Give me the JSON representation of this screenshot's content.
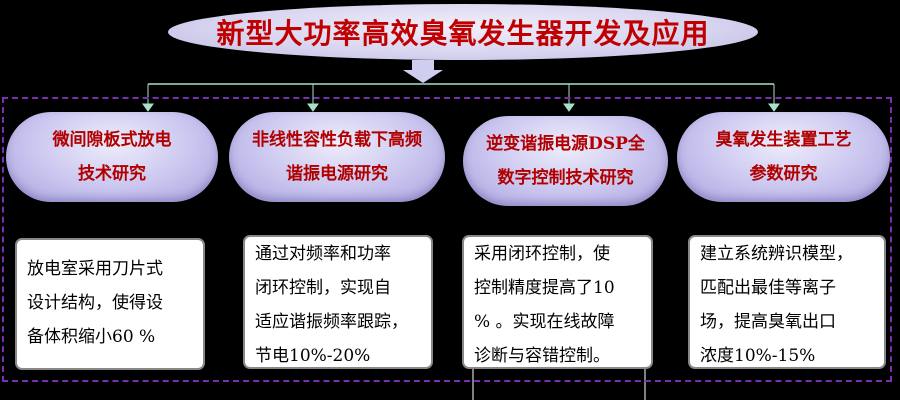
{
  "title": "新型大功率高效臭氧发生器开发及应用",
  "branches": [
    {
      "heading": [
        "微间隙板式放电",
        "技术研究"
      ],
      "detail": [
        "放电室采用刀片式",
        "设计结构，使得设",
        "备体积缩小60 %"
      ]
    },
    {
      "heading": [
        "非线性容性负载下高频",
        "谐振电源研究"
      ],
      "detail": [
        "通过对频率和功率",
        "闭环控制，实现自",
        "适应谐振频率跟踪，",
        "节电10%-20%"
      ]
    },
    {
      "heading": [
        "逆变谐振电源DSP全",
        "数字控制技术研究"
      ],
      "detail": [
        "采用闭环控制，使",
        "控制精度提高了10",
        "% 。实现在线故障",
        "诊断与容错控制。"
      ]
    },
    {
      "heading": [
        "臭氧发生装置工艺",
        "参数研究"
      ],
      "detail": [
        "建立系统辨识模型，",
        "匹配出最佳等离子",
        "场，提高臭氧出口",
        "浓度10%-15%"
      ]
    }
  ],
  "colors": {
    "title_text": "#c00000",
    "heading_text": "#b00000",
    "dash_border": "#7a2fb0",
    "connector": "#a8e0c8"
  }
}
